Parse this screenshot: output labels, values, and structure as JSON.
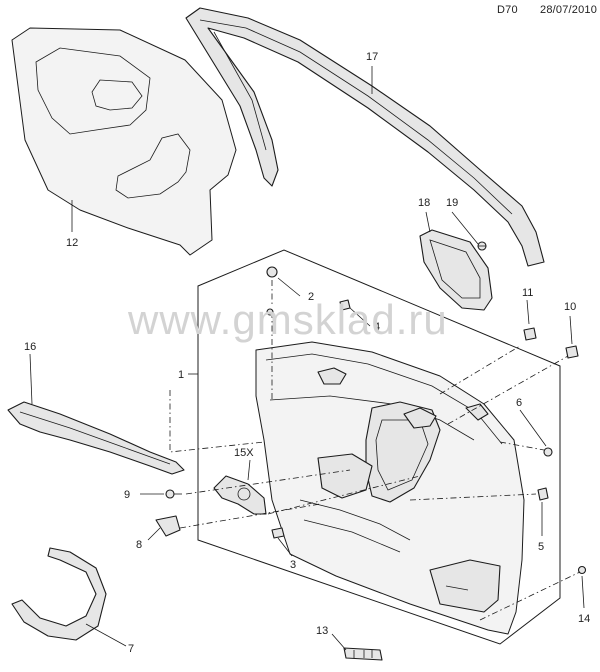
{
  "header": {
    "code": "D70",
    "date": "28/07/2010"
  },
  "watermark": "www.gmsklad.ru",
  "callouts": {
    "c1": "1",
    "c2": "2",
    "c3": "3",
    "c4": "4",
    "c5": "5",
    "c6": "6",
    "c7": "7",
    "c8": "8",
    "c9": "9",
    "c10": "10",
    "c11": "11",
    "c12": "12",
    "c13": "13",
    "c14": "14",
    "c15x": "15X",
    "c16": "16",
    "c17": "17",
    "c18": "18",
    "c19": "19"
  }
}
